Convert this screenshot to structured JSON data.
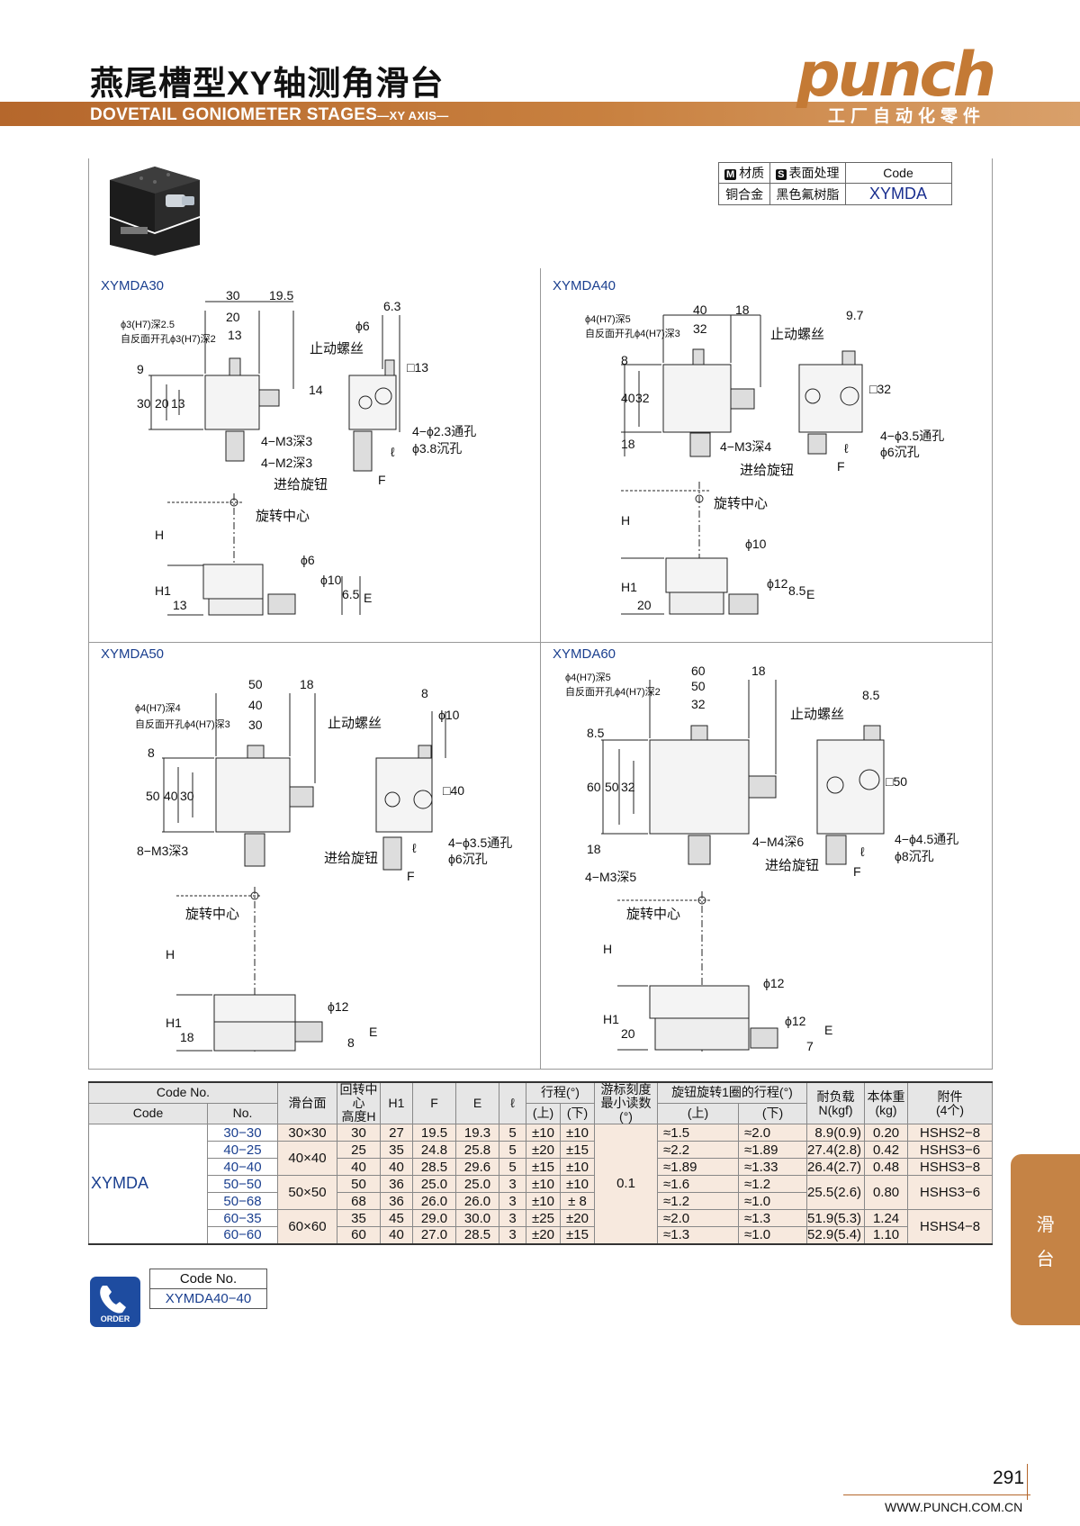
{
  "header": {
    "title_cn": "燕尾槽型XY轴测角滑台",
    "title_en_main": "DOVETAIL GONIOMETER STAGES",
    "title_en_suffix": "—XY AXIS—",
    "brand_word": "punch",
    "brand_sub": "工厂自动化零件",
    "brand_color": "#c47a35",
    "bar_color": "#b5672c"
  },
  "spec_box": {
    "material_tag": "M",
    "material_label": "材质",
    "surface_tag": "S",
    "surface_label": "表面处理",
    "code_label": "Code",
    "material_value": "铜合金",
    "surface_value": "黑色氟树脂",
    "code_value": "XYMDA"
  },
  "panels": {
    "p30": {
      "name": "XYMDA30",
      "labels": [
        "30",
        "19.5",
        "20",
        "13",
        "6.3",
        "ϕ6",
        "止动螺丝",
        "ϕ3(H7)深2.5",
        "自反面开孔ϕ3(H7)深2",
        "9",
        "30",
        "20",
        "13",
        "14",
        "□13",
        "4−M3深3",
        "4−M2深3",
        "进给旋钮",
        "4−ϕ2.3通孔",
        "ϕ3.8沉孔",
        "ℓ",
        "F",
        "旋转中心",
        "H",
        "H1",
        "13",
        "ϕ6",
        "ϕ10",
        "6.5",
        "E"
      ]
    },
    "p40": {
      "name": "XYMDA40",
      "labels": [
        "40",
        "32",
        "18",
        "9.7",
        "止动螺丝",
        "ϕ4(H7)深5",
        "自反面开孔ϕ4(H7)深3",
        "8",
        "40",
        "32",
        "18",
        "□32",
        "4−M3深4",
        "进给旋钮",
        "4−ϕ3.5通孔",
        "ϕ6沉孔",
        "ℓ",
        "F",
        "旋转中心",
        "H",
        "H1",
        "20",
        "ϕ10",
        "ϕ12",
        "8.5",
        "E"
      ]
    },
    "p50": {
      "name": "XYMDA50",
      "labels": [
        "50",
        "40",
        "30",
        "18",
        "8",
        "ϕ10",
        "止动螺丝",
        "ϕ4(H7)深4",
        "自反面开孔ϕ4(H7)深3",
        "8",
        "50",
        "40",
        "30",
        "□40",
        "8−M3深3",
        "进给旋钮",
        "4−ϕ3.5通孔",
        "ϕ6沉孔",
        "ℓ",
        "F",
        "旋转中心",
        "H",
        "H1",
        "18",
        "ϕ12",
        "8",
        "E"
      ]
    },
    "p60": {
      "name": "XYMDA60",
      "labels": [
        "60",
        "50",
        "32",
        "18",
        "8.5",
        "止动螺丝",
        "ϕ4(H7)深5",
        "自反面开孔ϕ4(H7)深2",
        "8.5",
        "60",
        "50",
        "32",
        "18",
        "□50",
        "4−M4深6",
        "4−M3深5",
        "进给旋钮",
        "4−ϕ4.5通孔",
        "ϕ8沉孔",
        "ℓ",
        "F",
        "旋转中心",
        "H",
        "H1",
        "20",
        "ϕ12",
        "ϕ12",
        "7",
        "E"
      ]
    }
  },
  "table": {
    "headers": {
      "code_no": "Code No.",
      "code": "Code",
      "no": "No.",
      "stage_face": "滑台面",
      "rot_center_1": "回转中心",
      "rot_center_2": "高度H",
      "h1": "H1",
      "f": "F",
      "e": "E",
      "l": "ℓ",
      "travel": "行程(°)",
      "upper": "(上)",
      "lower": "(下)",
      "vernier_1": "游标刻度",
      "vernier_2": "最小读数(°)",
      "knob": "旋钮旋转1圈的行程(°)",
      "upper2": "(上)",
      "lower2": "(下)",
      "load_1": "耐负载",
      "load_2": "N(kgf)",
      "weight_1": "本体重",
      "weight_2": "(kg)",
      "acc_1": "附件",
      "acc_2": "(4个)"
    },
    "code_value": "XYMDA",
    "vernier_value": "0.1",
    "rows": [
      {
        "no": "30−30",
        "face": "30×30",
        "H": "30",
        "H1": "27",
        "F": "19.5",
        "E": "19.3",
        "l": "5",
        "tu": "±10",
        "td": "±10",
        "ku": "≈1.5",
        "kd": "≈2.0",
        "load": "8.9(0.9)",
        "wt": "0.20",
        "acc": "HSHS2−8"
      },
      {
        "no": "40−25",
        "face": "40×40",
        "H": "25",
        "H1": "35",
        "F": "24.8",
        "E": "25.8",
        "l": "5",
        "tu": "±20",
        "td": "±15",
        "ku": "≈2.2",
        "kd": "≈1.89",
        "load": "27.4(2.8)",
        "wt": "0.42",
        "acc": "HSHS3−6"
      },
      {
        "no": "40−40",
        "face": "",
        "H": "40",
        "H1": "40",
        "F": "28.5",
        "E": "29.6",
        "l": "5",
        "tu": "±15",
        "td": "±10",
        "ku": "≈1.89",
        "kd": "≈1.33",
        "load": "26.4(2.7)",
        "wt": "0.48",
        "acc": "HSHS3−8"
      },
      {
        "no": "50−50",
        "face": "50×50",
        "H": "50",
        "H1": "36",
        "F": "25.0",
        "E": "25.0",
        "l": "3",
        "tu": "±10",
        "td": "±10",
        "ku": "≈1.6",
        "kd": "≈1.2",
        "load": "25.5(2.6)",
        "wt": "0.80",
        "acc": "HSHS3−6"
      },
      {
        "no": "50−68",
        "face": "",
        "H": "68",
        "H1": "36",
        "F": "26.0",
        "E": "26.0",
        "l": "3",
        "tu": "±10",
        "td": "± 8",
        "ku": "≈1.2",
        "kd": "≈1.0",
        "load": "",
        "wt": "",
        "acc": ""
      },
      {
        "no": "60−35",
        "face": "60×60",
        "H": "35",
        "H1": "45",
        "F": "29.0",
        "E": "30.0",
        "l": "3",
        "tu": "±25",
        "td": "±20",
        "ku": "≈2.0",
        "kd": "≈1.3",
        "load": "51.9(5.3)",
        "wt": "1.24",
        "acc": "HSHS4−8"
      },
      {
        "no": "60−60",
        "face": "",
        "H": "60",
        "H1": "40",
        "F": "27.0",
        "E": "28.5",
        "l": "3",
        "tu": "±20",
        "td": "±15",
        "ku": "≈1.3",
        "kd": "≈1.0",
        "load": "52.9(5.4)",
        "wt": "1.10",
        "acc": ""
      }
    ]
  },
  "order": {
    "icon_label": "ORDER",
    "code_no_label": "Code No.",
    "code_no_value": "XYMDA40−40"
  },
  "side_tab": {
    "line1": "滑",
    "line2": "台"
  },
  "footer": {
    "page": "291",
    "url": "WWW.PUNCH.COM.CN"
  }
}
